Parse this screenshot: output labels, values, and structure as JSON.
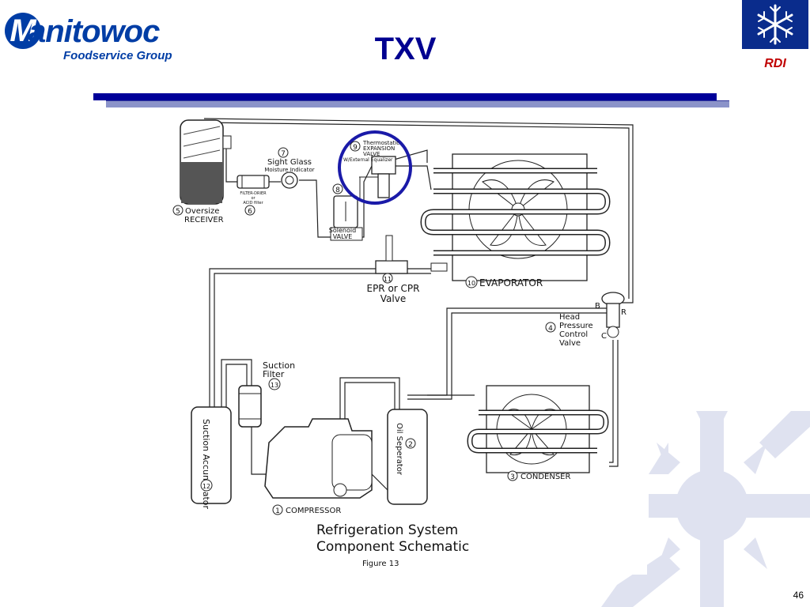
{
  "slide": {
    "title": "TXV",
    "page_number": "46",
    "accent_color": "#000099",
    "highlight_color": "#1a1aa8"
  },
  "logo": {
    "brand": "anitowoc",
    "brand_initial": "M",
    "subtitle": "Foodservice Group"
  },
  "badge": {
    "label": "RDI",
    "icon": "snowflake-icon"
  },
  "schematic": {
    "components": {
      "c1": {
        "num": "1",
        "label": "COMPRESSOR"
      },
      "c2": {
        "num": "2",
        "label": "Oil Seperator"
      },
      "c3": {
        "num": "3",
        "label": "CONDENSER"
      },
      "c4": {
        "num": "4",
        "label_lines": [
          "Head",
          "Pressure",
          "Control",
          "Valve"
        ]
      },
      "c5": {
        "num": "5",
        "label_lines": [
          "Oversize",
          "RECEIVER"
        ]
      },
      "c6": {
        "num": "6",
        "label_lines": [
          "FILTER-DRIER",
          "or",
          "ACID filter"
        ]
      },
      "c7": {
        "num": "7",
        "label_lines": [
          "Sight Glass",
          "Moisture Indicator"
        ]
      },
      "c8": {
        "num": "8",
        "label_lines": [
          "Solenoid",
          "VALVE"
        ]
      },
      "c9": {
        "num": "9",
        "label_lines": [
          "Thermostatic",
          "EXPANSION",
          "VALVE",
          "W/External Equalizer"
        ]
      },
      "c10": {
        "num": "10",
        "label": "EVAPORATOR"
      },
      "c11": {
        "num": "11",
        "label_lines": [
          "EPR or CPR",
          "Valve"
        ]
      },
      "c12": {
        "num": "12",
        "label": "Suction Accumulator"
      },
      "c13": {
        "num": "13",
        "label_lines": [
          "Suction",
          "Filter"
        ]
      }
    },
    "port_labels": {
      "b": "B",
      "r": "R",
      "c": "C"
    },
    "caption_lines": [
      "Refrigeration System",
      "Component Schematic"
    ],
    "figure_label": "Figure 13"
  }
}
